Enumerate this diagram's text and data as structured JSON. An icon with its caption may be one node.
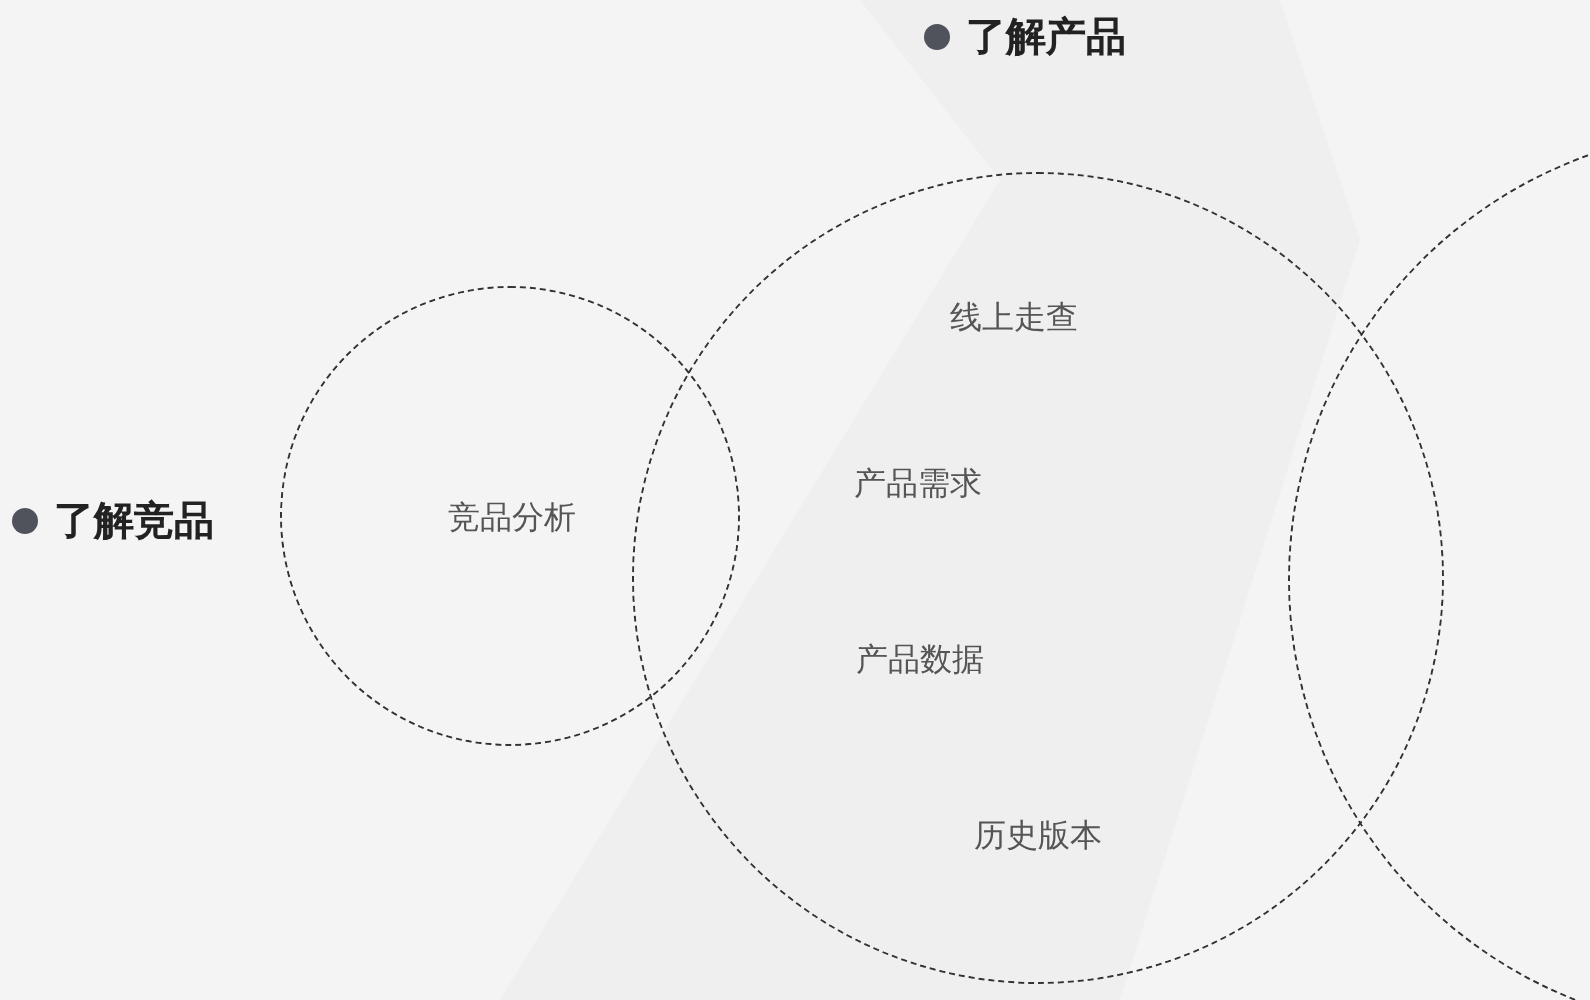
{
  "diagram": {
    "nodes": [
      {
        "text": [
          "竞品分析"
        ]
      },
      {
        "text": [
          "线上走查",
          "产品需求",
          "产品数据",
          "历史版本"
        ]
      },
      {
        "text": [],
        "shape": "circle"
      }
    ],
    "labels": [
      "了解产品",
      "了解竞品"
    ]
  }
}
